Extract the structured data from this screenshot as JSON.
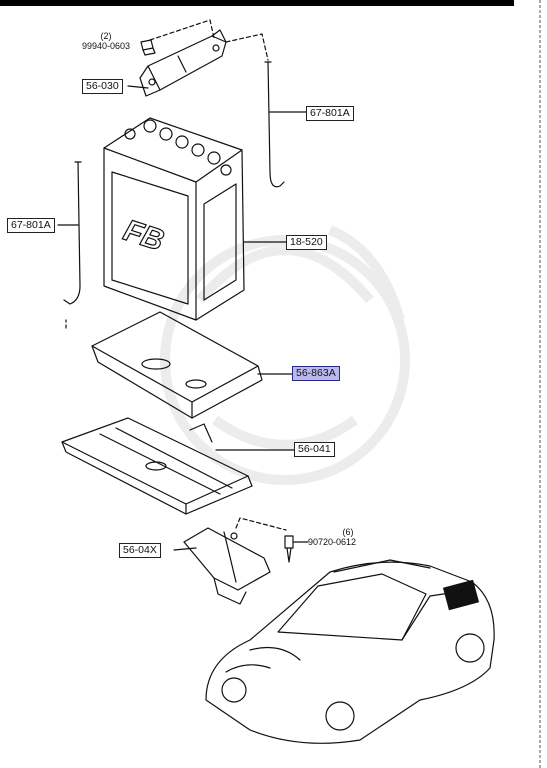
{
  "parts": {
    "bolt_small": {
      "qty": "(2)",
      "code": "99940-0603"
    },
    "bracket_top": "56-030",
    "rod_right": "67-801A",
    "rod_left": "67-801A",
    "battery": "18-520",
    "tray": "56-863A",
    "tray_base": "56-041",
    "bracket_bottom": "56-04X",
    "bolt_bottom": {
      "qty": "(6)",
      "code": "90720-0612"
    }
  },
  "battery_logo": "FB",
  "colors": {
    "highlight": "#b9b9f0",
    "line": "#111111",
    "watermark": "#ececec"
  }
}
